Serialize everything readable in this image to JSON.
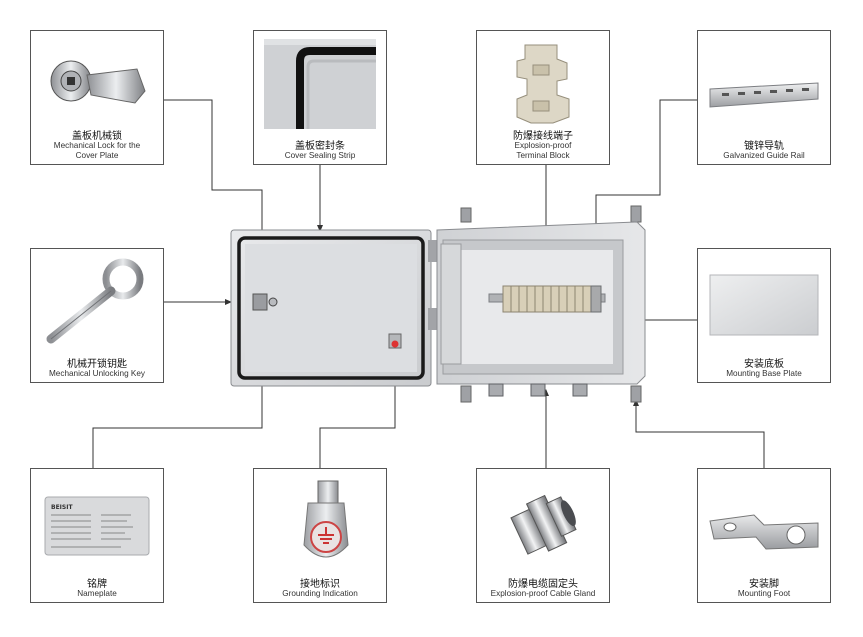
{
  "components": {
    "lock": {
      "cn": "盖板机械锁",
      "en1": "Mechanical Lock for the",
      "en2": "Cover Plate"
    },
    "seal": {
      "cn": "盖板密封条",
      "en1": "Cover Sealing Strip",
      "en2": ""
    },
    "terminal": {
      "cn": "防爆接线端子",
      "en1": "Explosion-proof",
      "en2": "Terminal Block"
    },
    "rail": {
      "cn": "镀锌导轨",
      "en1": "Galvanized Guide Rail",
      "en2": ""
    },
    "key": {
      "cn": "机械开锁钥匙",
      "en1": "Mechanical Unlocking Key",
      "en2": ""
    },
    "baseplate": {
      "cn": "安装底板",
      "en1": "Mounting Base Plate",
      "en2": ""
    },
    "nameplate": {
      "cn": "铭牌",
      "en1": "Nameplate",
      "en2": ""
    },
    "grounding": {
      "cn": "接地标识",
      "en1": "Grounding Indication",
      "en2": ""
    },
    "gland": {
      "cn": "防爆电缆固定头",
      "en1": "Explosion-proof Cable Gland",
      "en2": ""
    },
    "foot": {
      "cn": "安装脚",
      "en1": "Mounting Foot",
      "en2": ""
    }
  },
  "nameplate_brand": "BEISIT"
}
